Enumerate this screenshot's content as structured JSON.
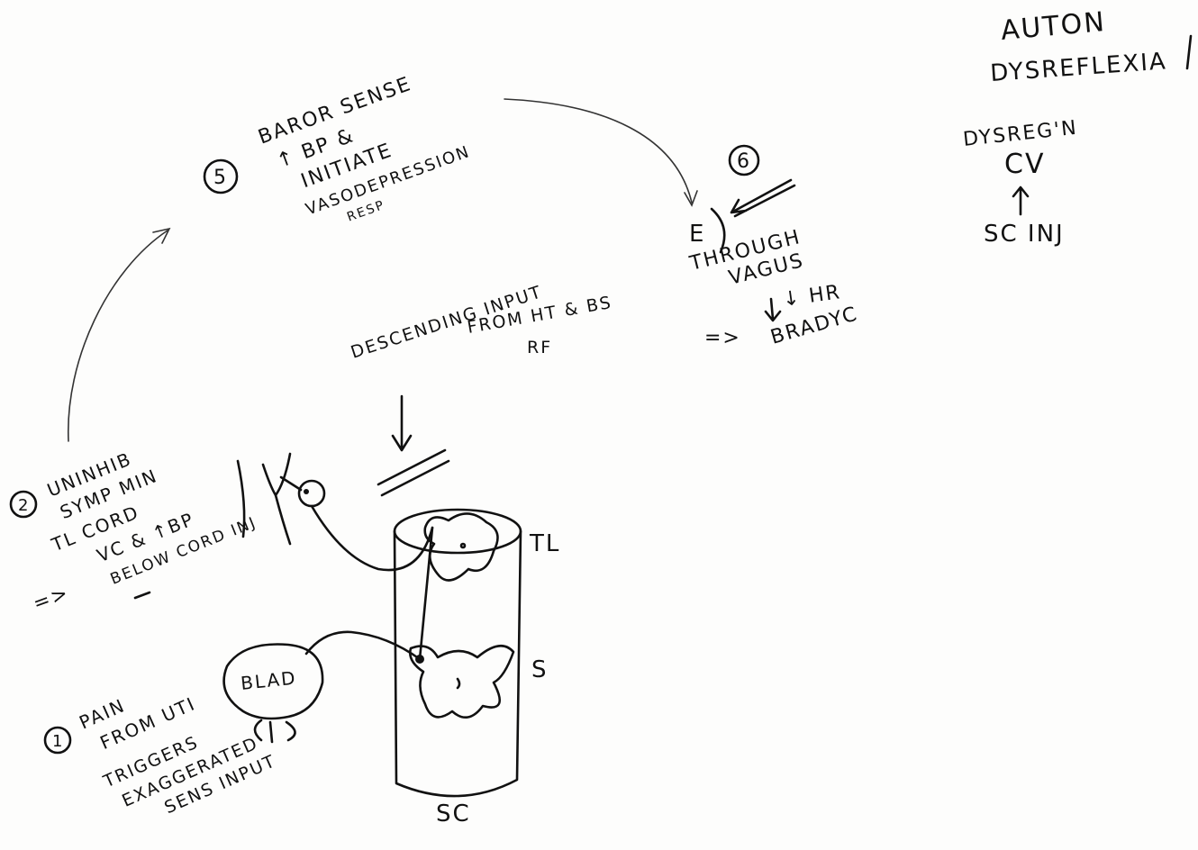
{
  "title_lines": [
    "AUTON",
    "DYSREFLEXIA"
  ],
  "summary": {
    "top": "DYSREG'N",
    "middle": "CV",
    "bottom": "SC INJ"
  },
  "step5": {
    "number": "5",
    "lines": [
      "BAROR SENSE",
      "↑ BP &",
      "INITIATE",
      "VASODEPRESSION",
      "RESP"
    ]
  },
  "step6": {
    "number": "6",
    "effector": "E",
    "lines": [
      "THROUGH",
      "VAGUS",
      "↓ HR",
      "BRADYC"
    ],
    "implies": "=>"
  },
  "descending": {
    "lines": [
      "DESCENDING INPUT",
      "FROM HT & BS",
      "RF"
    ]
  },
  "step2": {
    "number": "2",
    "lines": [
      "UNINHIB",
      "SYMP MIN",
      "TL CORD",
      "VC & ↑BP",
      "BELOW CORD INJ"
    ],
    "implies": "=>"
  },
  "step1": {
    "number": "1",
    "lines": [
      "PAIN",
      "FROM UTI",
      "TRIGGERS",
      "EXAGGERATED",
      "SENS INPUT"
    ]
  },
  "cord": {
    "level_tl": "TL",
    "level_s": "S",
    "label": "SC"
  },
  "bladder_label": "BLAD"
}
